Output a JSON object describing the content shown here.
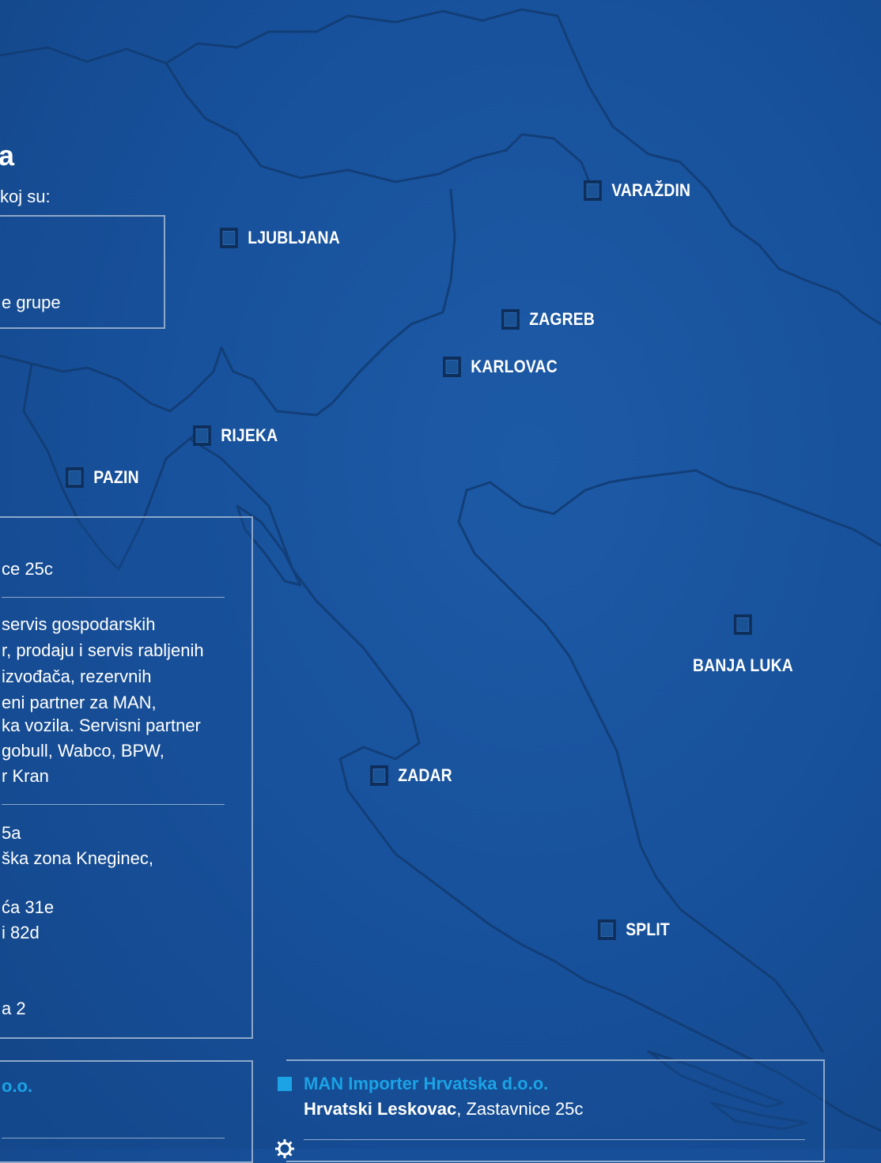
{
  "intro": {
    "title_fragment": "a",
    "subtitle_fragment": "koj su:",
    "box_line": "e grupe"
  },
  "cities": [
    {
      "id": "varazdin",
      "name": "VARAŽDIN"
    },
    {
      "id": "ljubljana",
      "name": "LJUBLJANA"
    },
    {
      "id": "zagreb",
      "name": "ZAGREB"
    },
    {
      "id": "karlovac",
      "name": "KARLOVAC"
    },
    {
      "id": "rijeka",
      "name": "RIJEKA"
    },
    {
      "id": "pazin",
      "name": "PAZIN"
    },
    {
      "id": "banja-luka",
      "name": "BANJA LUKA"
    },
    {
      "id": "zadar",
      "name": "ZADAR"
    },
    {
      "id": "split",
      "name": "SPLIT"
    }
  ],
  "info_panel": {
    "address_line": "ce 25c",
    "description_lines": [
      "servis gospodarskih",
      "r, prodaju i servis rabljenih",
      "izvođača, rezervnih",
      "eni partner za MAN,",
      "ka vozila. Servisni partner",
      "gobull, Wabco, BPW,",
      "r Kran"
    ],
    "location_lines": [
      "5a",
      "ška zona Kneginec,",
      "",
      "ća 31e",
      "i 82d",
      "",
      "",
      "a 2"
    ]
  },
  "bottom_left_panel": {
    "title_fragment": "o.o."
  },
  "bottom_right_panel": {
    "company": "MAN Importer Hrvatska d.o.o.",
    "city": "Hrvatski Leskovac",
    "address": ", Zastavnice 25c"
  },
  "colors": {
    "background": "#17509a",
    "accent": "#1ba3e6",
    "border": "#8ea8c9",
    "outline": "#123d75"
  }
}
